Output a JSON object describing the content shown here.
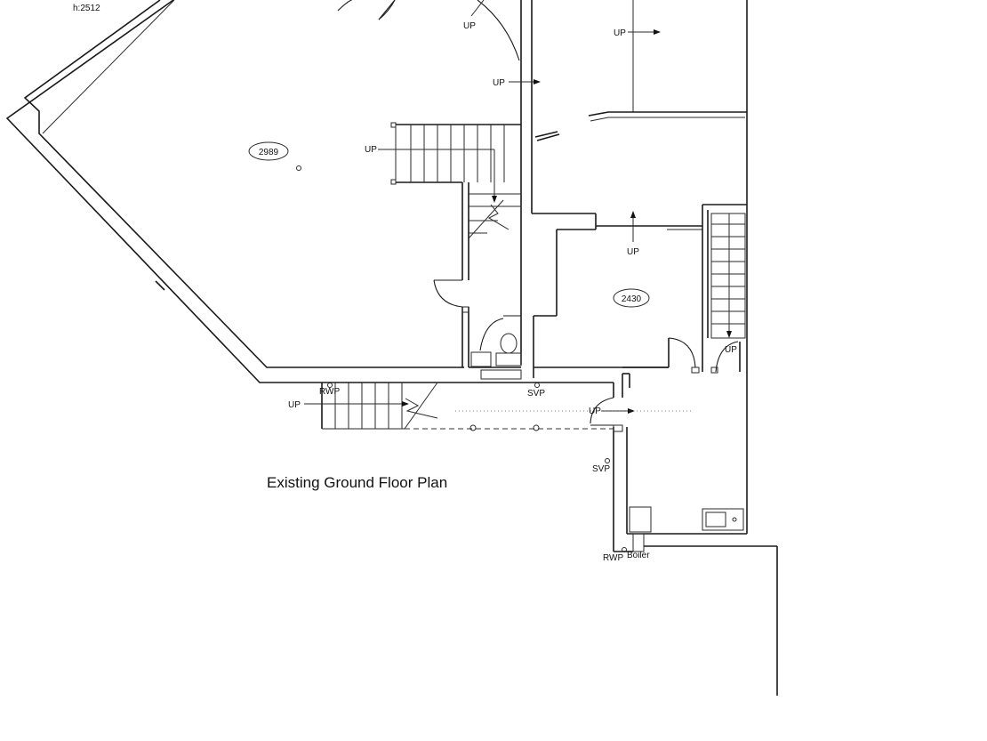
{
  "plan": {
    "title": "Existing Ground Floor Plan",
    "height_note": "h:2512",
    "rooms": [
      {
        "tag": "2989"
      },
      {
        "tag": "2430"
      }
    ],
    "labels": {
      "up": "UP",
      "svp": "SVP",
      "rwp": "RWP",
      "boiler": "Boiler"
    }
  }
}
